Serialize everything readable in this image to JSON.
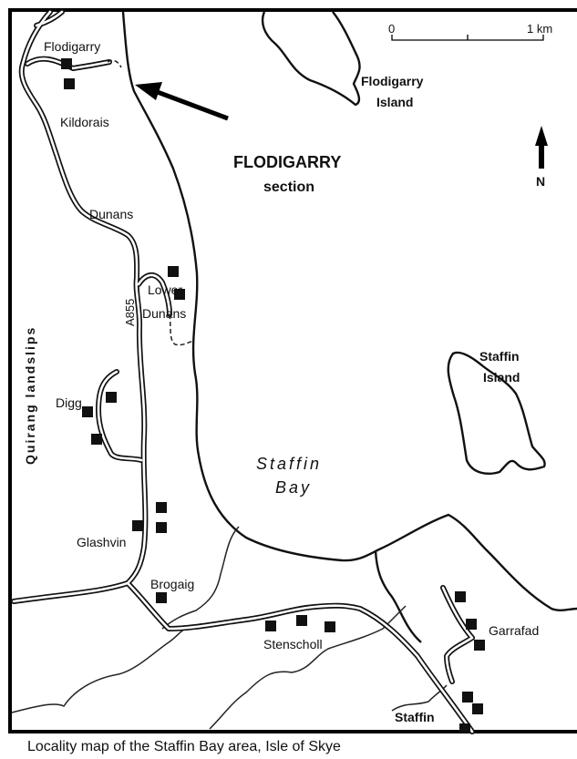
{
  "map": {
    "scale": {
      "zero": "0",
      "max": "1 km"
    },
    "north": "N",
    "labels": {
      "flodigarry": "Flodigarry",
      "kildorais": "Kildorais",
      "flodigarry_island_1": "Flodigarry",
      "flodigarry_island_2": "Island",
      "section_1": "FLODIGARRY",
      "section_2": "section",
      "dunans": "Dunans",
      "a855": "A855",
      "lower_dunans_1": "Lower",
      "lower_dunans_2": "Dunans",
      "quirang": "Quirang landslips",
      "staffin_island_1": "Staffin",
      "staffin_island_2": "Island",
      "digg": "Digg",
      "staffin_bay_1": "Staffin",
      "staffin_bay_2": "Bay",
      "glashvin": "Glashvin",
      "brogaig": "Brogaig",
      "stenscholl": "Stenscholl",
      "garrafad": "Garrafad",
      "staffin": "Staffin"
    }
  },
  "caption": "Locality map of the Staffin Bay area, Isle of Skye"
}
